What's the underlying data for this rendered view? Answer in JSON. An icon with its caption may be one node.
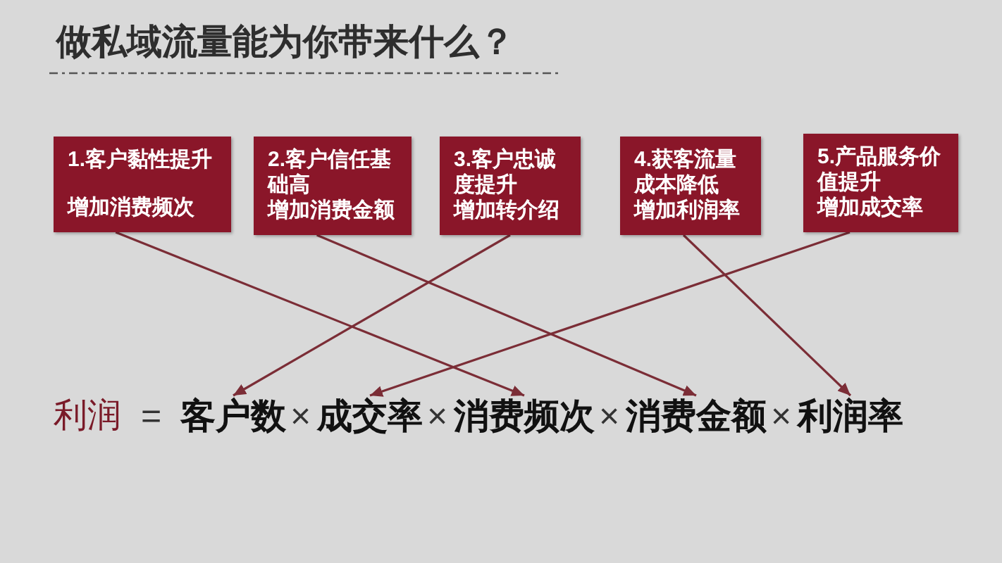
{
  "diagram": {
    "title": "做私域流量能为你带来什么？",
    "nodes": [
      {
        "text": [
          "1.客户黏性提升",
          "增加消费频次"
        ]
      },
      {
        "text": [
          "2.客户信任基础高",
          "增加消费金额"
        ]
      },
      {
        "text": [
          "3.客户忠诚度提升",
          "增加转介绍"
        ]
      },
      {
        "text": [
          "4.获客流量成本降低",
          "增加利润率"
        ]
      },
      {
        "text": [
          "5.产品服务价值提升",
          "增加成交率"
        ]
      },
      {
        "text": [
          "客户数"
        ]
      },
      {
        "text": [
          "成交率"
        ]
      },
      {
        "text": [
          "消费频次"
        ]
      },
      {
        "text": [
          "消费金额"
        ]
      },
      {
        "text": [
          "利润率"
        ]
      }
    ],
    "edges": [
      {
        "from": 0,
        "to": 7,
        "arrow": "to"
      },
      {
        "from": 1,
        "to": 8,
        "arrow": "to"
      },
      {
        "from": 2,
        "to": 5,
        "arrow": "to"
      },
      {
        "from": 3,
        "to": 9,
        "arrow": "to"
      },
      {
        "from": 4,
        "to": 6,
        "arrow": "to"
      }
    ],
    "labels": [
      "利润",
      "=",
      "×",
      "×",
      "×",
      "×"
    ]
  }
}
